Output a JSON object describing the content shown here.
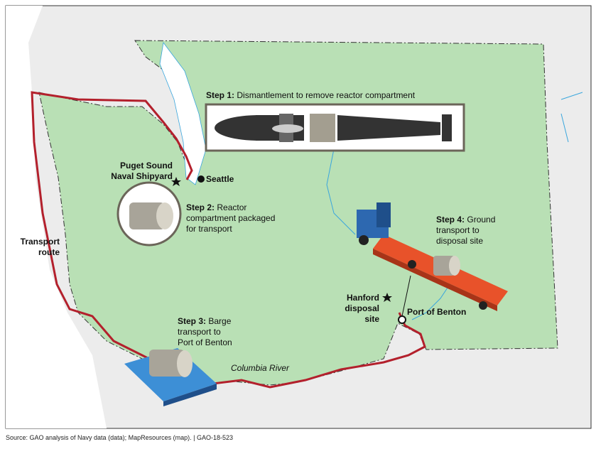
{
  "steps": {
    "step1": {
      "title": "Step 1:",
      "text": "Dismantlement to remove reactor compartment"
    },
    "step2": {
      "title": "Step 2:",
      "text1": "Reactor",
      "text2": "compartment packaged",
      "text3": "for transport"
    },
    "step3": {
      "title": "Step 3:",
      "text1": "Barge",
      "text2": "transport to",
      "text3": "Port of Benton"
    },
    "step4": {
      "title": "Step 4:",
      "text1": "Ground",
      "text2": "transport to",
      "text3": "disposal site"
    }
  },
  "places": {
    "shipyard1": "Puget Sound",
    "shipyard2": "Naval Shipyard",
    "seattle": "Seattle",
    "hanford1": "Hanford",
    "hanford2": "disposal",
    "hanford3": "site",
    "benton": "Port of Benton",
    "river": "Columbia River",
    "route1": "Transport",
    "route2": "route"
  },
  "source": "Source: GAO analysis of Navy data (data); MapResources (map).  |  GAO-18-523",
  "colors": {
    "land": "#b9e0b5",
    "other_land": "#ececec",
    "route": "#b3202c",
    "water": "#3aa6dd"
  }
}
